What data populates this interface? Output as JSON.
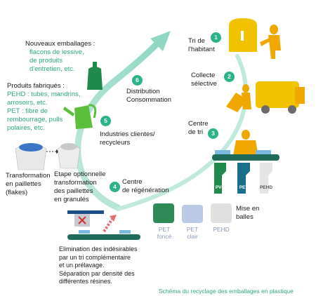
{
  "steps": [
    {
      "num": "1",
      "label": "Tri de\nl'habitant"
    },
    {
      "num": "2",
      "label": "Collecte\nsélective"
    },
    {
      "num": "3",
      "label": "Centre\nde tri"
    },
    {
      "num": "4",
      "label": "Centre\nde régénération"
    },
    {
      "num": "5",
      "label": "Industries clientes/\nrecycleurs"
    },
    {
      "num": "6",
      "label": "Distribution\nConsommation"
    }
  ],
  "new_packaging": {
    "title": "Nouveaux emballages :",
    "detail": "flacons de lessive,\nde produits\nd'entretien, etc."
  },
  "products": {
    "title": "Produits fabriqués :",
    "detail": "PEHD : tubes, mandrins,\narrosoirs, etc.\nPET : fibre de\nrembourrage, pulls\npolaires, etc."
  },
  "flakes": "Transformation\nen paillettes\n(flakes)",
  "granules": "Etape optionnelle\ntransformation\ndes paillettes\nen granulés",
  "elimination": "Elimination des indésirables\npar un tri complémentaire\net un prélavage.\nSéparation par densité des\ndifférentes résines.",
  "bales": {
    "title": "Mise en\nballes",
    "items": [
      "PET\nfoncé",
      "PET\nclair",
      "PEHD"
    ]
  },
  "bins": [
    "PVC",
    "PET",
    "PEHD"
  ],
  "caption": "Schéma du recyclage des emballages en plastique",
  "colors": {
    "accent_green": "#2bb38a",
    "arrow": "#9fdccb",
    "text_green": "#2ea87a",
    "orange": "#f0a800",
    "yellow": "#f2c200"
  }
}
